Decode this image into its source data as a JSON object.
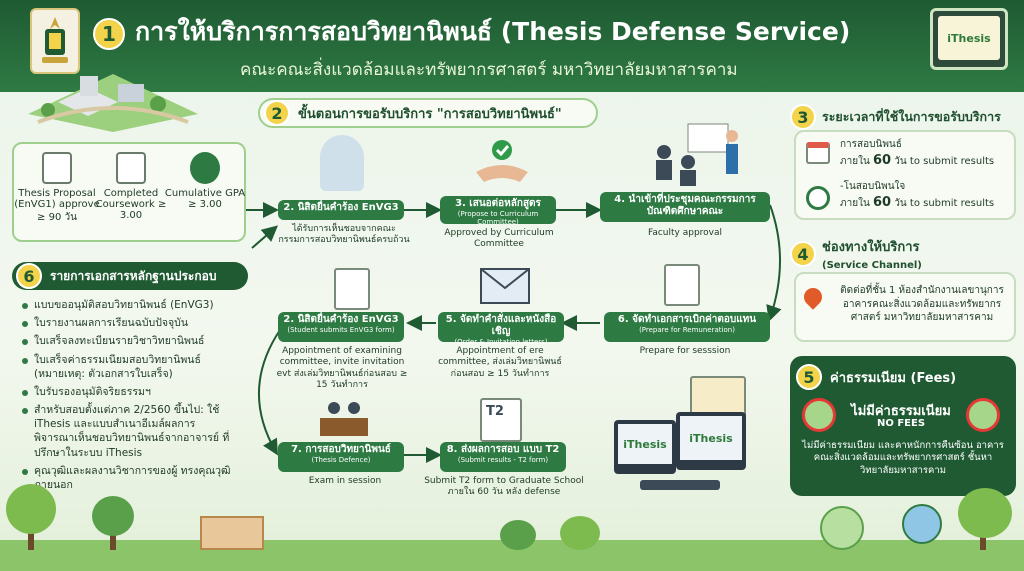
{
  "header": {
    "step_number": "1",
    "title": "การให้บริการการสอบวิทยานิพนธ์ (Thesis Defense Service)",
    "subtitle": "คณะคณะสิ่งแวดล้อมและทรัพยากรศาสตร์ มหาวิทยาลัยมหาสารคาม",
    "laptop_label": "iThesis"
  },
  "requirements": [
    {
      "label": "Thesis Proposal (EnVG1) approve ≥ 90 วัน",
      "icon": "document-icon"
    },
    {
      "label": "Completed Coursework ≥ 3.00",
      "icon": "checklist-icon"
    },
    {
      "label": "Cumulative GPA ≥ 3.00",
      "icon": "graduation-cap-icon"
    }
  ],
  "process": {
    "number": "2",
    "title": "ขั้นตอนการขอรับบริการ \"การสอบวิทยานิพนธ์\"",
    "steps": [
      {
        "label": "2. นิสิตยื่นคำร้อง EnVG3",
        "sub": "",
        "desc": "ได้รับการเห็นชอบจากคณะ กรรมการสอบวิทยานิพนธ์ครบถ้วน"
      },
      {
        "label": "3. เสนอต่อหลักสูตร",
        "sub": "(Propose to Curriculum Committee)",
        "desc": "Approved by Curriculum Committee"
      },
      {
        "label": "4. นำเข้าที่ประชุมคณะกรรมการ บัณฑิตศึกษาคณะ",
        "sub": "",
        "desc": "Faculty approval"
      },
      {
        "label": "6. จัดทำเอกสารเบิกค่าตอบแทน",
        "sub": "(Prepare for Remuneration)",
        "desc": "Prepare for sesssion"
      },
      {
        "label": "5. จัดทำคำสั่งและหนังสือเชิญ",
        "sub": "(Order & Invitation letters)",
        "desc": "Appointment of ere committee, ส่งเล่มวิทยานิพนธ์ก่อนสอบ ≥ 15 วันทำการ"
      },
      {
        "label": "2. นิสิตยื่นคำร้อง EnVG3",
        "sub": "(Student submits EnVG3 form)",
        "desc": "Appointment of examining committee, invite invitation evt ส่งเล่มวิทยานิพนธ์ก่อนสอบ ≥ 15 วันทำการ"
      },
      {
        "label": "7. การสอบวิทยานิพนธ์",
        "sub": "(Thesis Defence)",
        "desc": "Exam in session"
      },
      {
        "label": "8. ส่งผลการสอบ แบบ T2",
        "sub": "(Submit results - T2 form)",
        "desc": "Submit T2 form to Graduate School ภายใน 60 วัน หลัง defense"
      }
    ],
    "screen_labels": [
      "iThesis",
      "iThesis"
    ],
    "t2_label": "T2"
  },
  "time": {
    "number": "3",
    "title": "ระยะเวลาที่ใช้ในการขอรับบริการ",
    "items": [
      {
        "line1": "การสอบนิพนธ์",
        "prefix": "ภายใน",
        "days": "60",
        "suffix": "วัน to submit results"
      },
      {
        "line1": "-โนสอบนิพนใจ",
        "prefix": "ภายใน",
        "days": "60",
        "suffix": "วัน to submit results"
      }
    ]
  },
  "channel": {
    "number": "4",
    "title": "ช่องทางให้บริการ",
    "subtitle": "(Service Channel)",
    "text": "ติดต่อที่ชั้น 1 ห้องสำนักงานเลขานุการ อาคารคณะสิ่งแวดล้อมและทรัพยากรศาสตร์ มหาวิทยาลัยมหาสารคาม"
  },
  "fees": {
    "number": "5",
    "title": "ค่าธรรมเนียม (Fees)",
    "main": "ไม่มีค่าธรรมเนียม",
    "english": "NO FEES",
    "text": "ไม่มีค่าธรรมเนียม และคาหนักการคืนซ้อน อาคารคณะสิ่งแวดล้อมและทรัพยากรศาสตร์ ชั้นหาวิทยาลัยมหาสารคาม"
  },
  "documents": {
    "number": "6",
    "title": "รายการเอกสารหลักฐานประกอบ",
    "items": [
      "แบบขออนุมัติสอบวิทยานิพนธ์ (EnVG3)",
      "ใบรายงานผลการเรียนฉบับปัจจุบัน",
      "ใบเสร็จลงทะเบียนรายวิชาวิทยานิพนธ์",
      "ใบเสร็จค่าธรรมเนียมสอบวิทยานิพนธ์ (หมายเหตุ: ตัวเอกสารใบเสร็จ)",
      "ใบรับรองอนุมัติจริยธรรมฯ",
      "สำหรับสอบตั้งแต่ภาค 2/2560 ขึ้นไป: ใช้ iThesis และแบบสำเนาอีเมล์ผลการ พิจารณาเห็นชอบวิทยานิพนธ์จากอาจารย์ ที่ปรึกษาในระบบ iThesis",
      "คุณวุฒิและผลงานวิชาการของผู้ ทรงคุณวุฒิภายนอก"
    ]
  },
  "colors": {
    "header": "#1f5a33",
    "accent": "#2e7a43",
    "number_badge": "#f2d34a",
    "fees_alert": "#e53935"
  }
}
